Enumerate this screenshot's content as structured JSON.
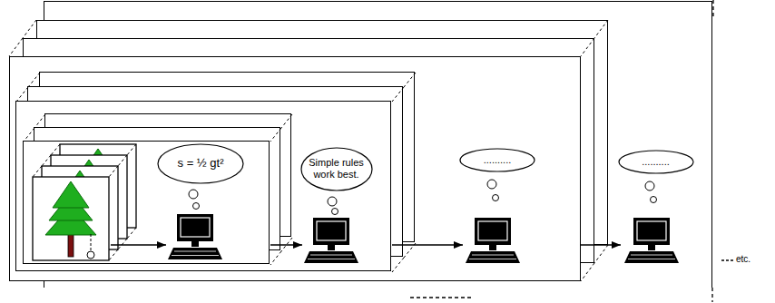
{
  "diagram": {
    "nodes": [
      {
        "text": []
      },
      {
        "text": [],
        "in": 0
      },
      {
        "text": [],
        "in": 1
      },
      {
        "text": [],
        "in": 2
      },
      {
        "text": [
          "s = ½ gt²"
        ],
        "in": 3
      },
      {
        "text": [
          "Simple rules work best."
        ],
        "in": 2
      },
      {
        "text": [
          ".........."
        ],
        "in": 1
      },
      {
        "text": [
          ".........."
        ],
        "in": 0
      }
    ],
    "labels": [
      "etc."
    ]
  }
}
